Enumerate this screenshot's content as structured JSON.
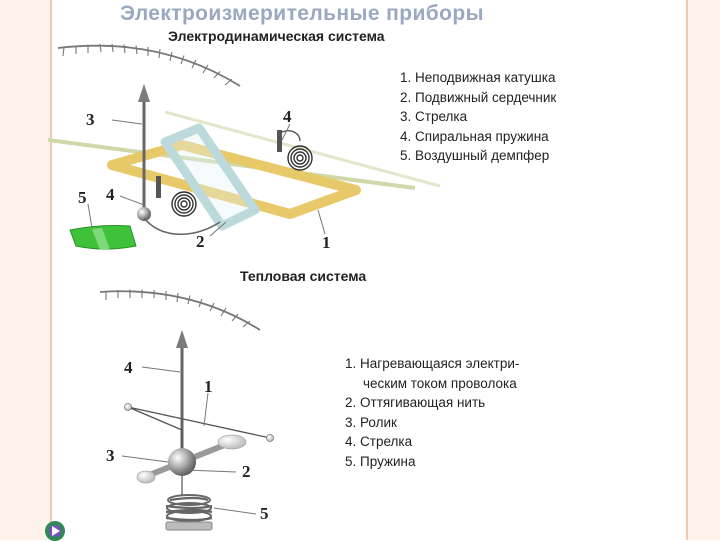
{
  "title": "Электроизмерительные приборы",
  "electrodynamic": {
    "heading": "Электродинамическая система",
    "legend": [
      "1. Неподвижная катушка",
      "2. Подвижный сердечник",
      "3. Стрелка",
      "4. Спиральная пружина",
      "5. Воздушный демпфер"
    ],
    "callouts": {
      "coil": "1",
      "core": "2",
      "pointer": "3",
      "spring_top": "4",
      "spring_left": "4",
      "damper": "5"
    }
  },
  "thermal": {
    "heading": "Тепловая система",
    "legend": [
      "1. Нагревающаяся электри-",
      "ческим током проволока",
      "2. Оттягивающая нить",
      "3. Ролик",
      "4. Стрелка",
      "5. Пружина"
    ],
    "callouts": {
      "wire": "1",
      "thread": "2",
      "roller": "3",
      "pointer": "4",
      "spring": "5"
    }
  },
  "colors": {
    "frame": "#fdf3ec",
    "title": "#9aa8c2",
    "coil": "#e8c96a",
    "core": "#bcd9dc",
    "damper": "#3fc23a"
  }
}
